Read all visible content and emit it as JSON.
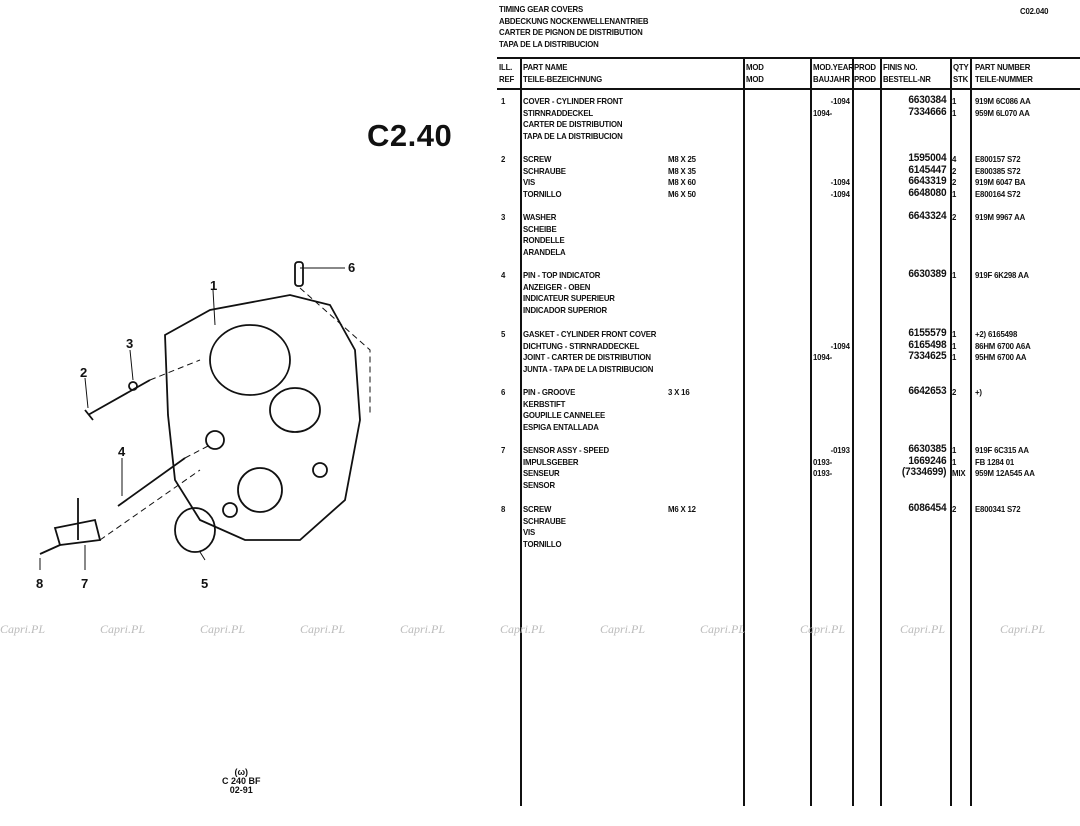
{
  "header": {
    "titles": [
      "TIMING GEAR COVERS",
      "ABDECKUNG NOCKENWELLENANTRIEB",
      "CARTER DE PIGNON DE DISTRIBUTION",
      "TAPA DE LA DISTRIBUCION"
    ],
    "page_code": "C02.040",
    "section_code": "C2.40"
  },
  "columns": {
    "ref": [
      "ILL.",
      "REF"
    ],
    "name": [
      "PART NAME",
      "TEILE-BEZEICHNUNG"
    ],
    "mod": [
      "MOD",
      "MOD"
    ],
    "year": [
      "MOD.YEAR",
      "BAUJAHR"
    ],
    "prod": [
      "PROD",
      "PROD"
    ],
    "finis": [
      "FINIS NO.",
      "BESTELL-NR"
    ],
    "qty": [
      "QTY",
      "STK"
    ],
    "part": [
      "PART NUMBER",
      "TEILE-NUMMER"
    ]
  },
  "items": [
    {
      "ref": "1",
      "lines": [
        {
          "name": "COVER - CYLINDER FRONT",
          "spec": "",
          "year_to": "-1094",
          "year_from": "",
          "finis": "6630384",
          "qty": "1",
          "part": "919M 6C086 AA"
        },
        {
          "name": "STIRNRADDECKEL",
          "spec": "",
          "year_to": "",
          "year_from": "1094-",
          "finis": "7334666",
          "qty": "1",
          "part": "959M 6L070 AA"
        },
        {
          "name": "CARTER DE DISTRIBUTION"
        },
        {
          "name": "TAPA DE LA DISTRIBUCION"
        }
      ]
    },
    {
      "ref": "2",
      "lines": [
        {
          "name": "SCREW",
          "spec": "M8 X 25",
          "finis": "1595004",
          "qty": "4",
          "part": "E800157 S72"
        },
        {
          "name": "SCHRAUBE",
          "spec": "M8 X 35",
          "finis": "6145447",
          "qty": "2",
          "part": "E800385 S72"
        },
        {
          "name": "VIS",
          "spec": "M8 X 60",
          "year_to": "-1094",
          "finis": "6643319",
          "qty": "2",
          "part": "919M 6047 BA"
        },
        {
          "name": "TORNILLO",
          "spec": "M6 X 50",
          "year_to": "-1094",
          "finis": "6648080",
          "qty": "1",
          "part": "E800164 S72"
        }
      ]
    },
    {
      "ref": "3",
      "lines": [
        {
          "name": "WASHER",
          "finis": "6643324",
          "qty": "2",
          "part": "919M 9967 AA"
        },
        {
          "name": "SCHEIBE"
        },
        {
          "name": "RONDELLE"
        },
        {
          "name": "ARANDELA"
        }
      ]
    },
    {
      "ref": "4",
      "lines": [
        {
          "name": "PIN - TOP INDICATOR",
          "finis": "6630389",
          "qty": "1",
          "part": "919F 6K298 AA"
        },
        {
          "name": "ANZEIGER - OBEN"
        },
        {
          "name": "INDICATEUR SUPERIEUR"
        },
        {
          "name": "INDICADOR SUPERIOR"
        }
      ]
    },
    {
      "ref": "5",
      "lines": [
        {
          "name": "GASKET - CYLINDER FRONT COVER",
          "finis": "6155579",
          "qty": "1",
          "part": "+2) 6165498"
        },
        {
          "name": "DICHTUNG - STIRNRADDECKEL",
          "year_to": "-1094",
          "finis": "6165498",
          "qty": "1",
          "part": "86HM 6700 A6A"
        },
        {
          "name": "JOINT - CARTER DE DISTRIBUTION",
          "year_from": "1094-",
          "finis": "7334625",
          "qty": "1",
          "part": "95HM 6700 AA"
        },
        {
          "name": "JUNTA - TAPA DE LA DISTRIBUCION"
        }
      ]
    },
    {
      "ref": "6",
      "lines": [
        {
          "name": "PIN - GROOVE",
          "spec": "3 X 16",
          "finis": "6642653",
          "qty": "2",
          "part": "+)"
        },
        {
          "name": "KERBSTIFT"
        },
        {
          "name": "GOUPILLE CANNELEE"
        },
        {
          "name": "ESPIGA ENTALLADA"
        }
      ]
    },
    {
      "ref": "7",
      "lines": [
        {
          "name": "SENSOR ASSY - SPEED",
          "year_to": "-0193",
          "finis": "6630385",
          "qty": "1",
          "part": "919F 6C315 AA"
        },
        {
          "name": "IMPULSGEBER",
          "year_from": "0193-",
          "finis": "1669246",
          "qty": "1",
          "part": "FB 1284 01"
        },
        {
          "name": "SENSEUR",
          "year_from": "0193-",
          "finis": "(7334699)",
          "qty": "MIX",
          "part": "959M 12A545 AA"
        },
        {
          "name": "SENSOR"
        }
      ]
    },
    {
      "ref": "8",
      "lines": [
        {
          "name": "SCREW",
          "spec": "M6 X 12",
          "finis": "6086454",
          "qty": "2",
          "part": "E800341 S72"
        },
        {
          "name": "SCHRAUBE"
        },
        {
          "name": "VIS"
        },
        {
          "name": "TORNILLO"
        }
      ]
    }
  ],
  "diagram": {
    "callouts": [
      "1",
      "2",
      "3",
      "4",
      "5",
      "6",
      "7",
      "8"
    ],
    "stamp": [
      "(ω)",
      "C 240 BF",
      "02-91"
    ]
  },
  "watermark": "Capri.PL"
}
